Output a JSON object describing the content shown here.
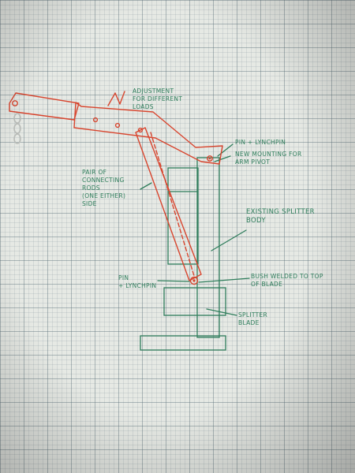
{
  "colors": {
    "red_ink": "#d8452e",
    "green_ink": "#2e7d5b",
    "paper": "#e6e9e4",
    "grid": "#8fa3ac"
  },
  "labels": {
    "adjustment": "ADJUSTMENT\nFOR DIFFERENT\nLOADS",
    "pin_lynchpin_top": "PIN + LYNCHPIN",
    "new_mounting": "NEW MOUNTING FOR\nARM PIVOT",
    "connecting_rods": "PAIR OF\nCONNECTING\nRODS\n(ONE EITHER)\nSIDE",
    "splitter_body": "EXISTING SPLITTER\nBODY",
    "pin_lynchpin_bottom": "PIN\n+ LYNCHPIN",
    "bush_welded": "BUSH WELDED TO TOP\nOF BLADE",
    "splitter_blade": "SPLITTER\nBLADE"
  }
}
